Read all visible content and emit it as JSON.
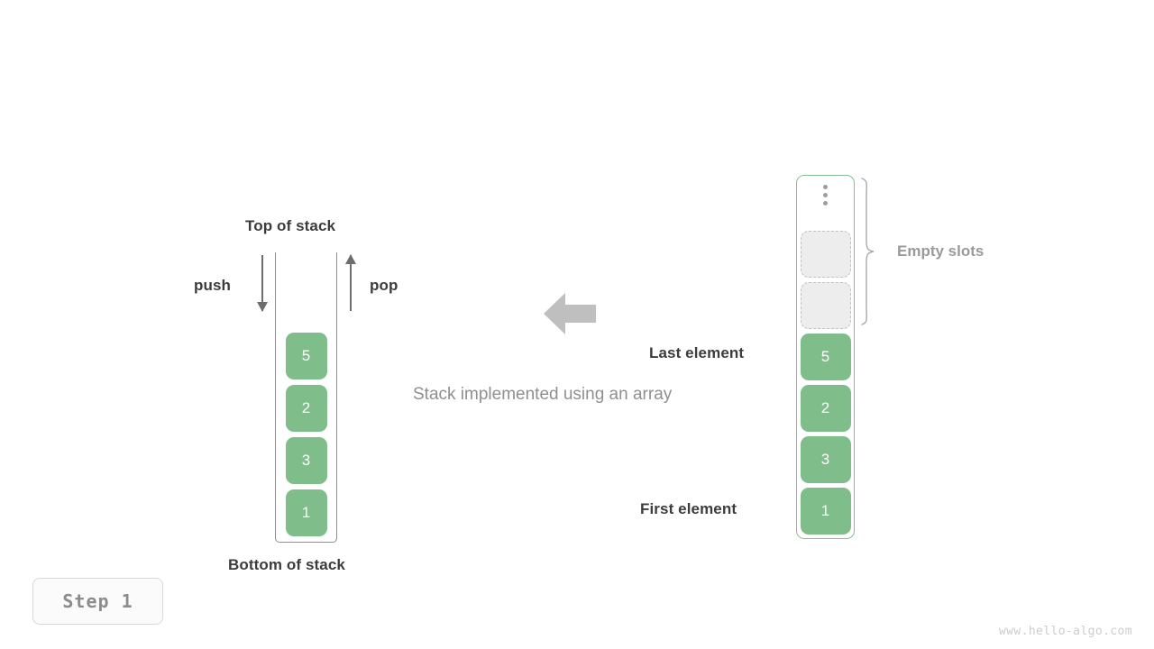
{
  "diagram": {
    "caption": "Stack implemented using an array",
    "step_badge": "Step 1",
    "watermark": "www.hello-algo.com",
    "colors": {
      "element_fill": "#7fbd8b",
      "element_text": "#ffffff",
      "array_border": "#86bf93",
      "empty_slot_fill": "#ededed",
      "empty_slot_border": "#c3c3c3",
      "label_dark": "#3c3c3c",
      "label_gray": "#9a9a9a",
      "caption_gray": "#8f8f8f",
      "arrow_gray": "#6e6e6e",
      "big_arrow_gray": "#bfbfbf"
    }
  },
  "stack": {
    "title_top": "Top of stack",
    "title_bottom": "Bottom of stack",
    "push_label": "push",
    "pop_label": "pop",
    "elements": [
      "5",
      "2",
      "3",
      "1"
    ]
  },
  "array": {
    "overflow_icon": "vertical-ellipsis-icon",
    "empty_slots_label": "Empty slots",
    "empty_slots_count": 2,
    "last_element_label": "Last element",
    "first_element_label": "First element",
    "elements": [
      "5",
      "2",
      "3",
      "1"
    ]
  }
}
